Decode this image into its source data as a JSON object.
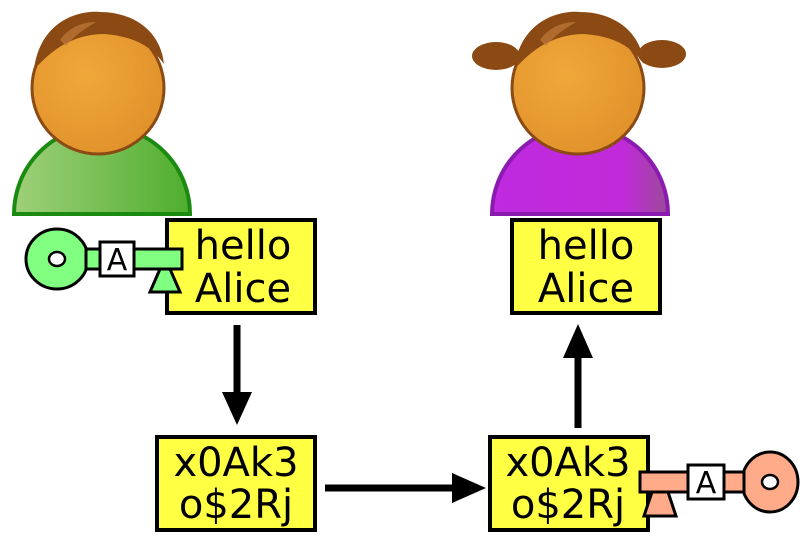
{
  "plaintext_box_left": {
    "line1": "hello",
    "line2": "Alice"
  },
  "plaintext_box_right": {
    "line1": "hello",
    "line2": "Alice"
  },
  "ciphertext_box_left": {
    "line1": "x0Ak3",
    "line2": "o$2Rj"
  },
  "ciphertext_box_right": {
    "line1": "x0Ak3",
    "line2": "o$2Rj"
  },
  "key_left": {
    "label": "A",
    "color": "#80ff80",
    "role": "public-key"
  },
  "key_right": {
    "label": "A",
    "color": "#ffaa88",
    "role": "private-key"
  },
  "people": {
    "sender": {
      "shirt_color": "#5cb83a"
    },
    "recipient": {
      "shirt_color": "#c02ad8"
    }
  },
  "colors": {
    "box_fill": "#ffff44",
    "skin": "#e8962c",
    "hair": "#8b4a14"
  }
}
